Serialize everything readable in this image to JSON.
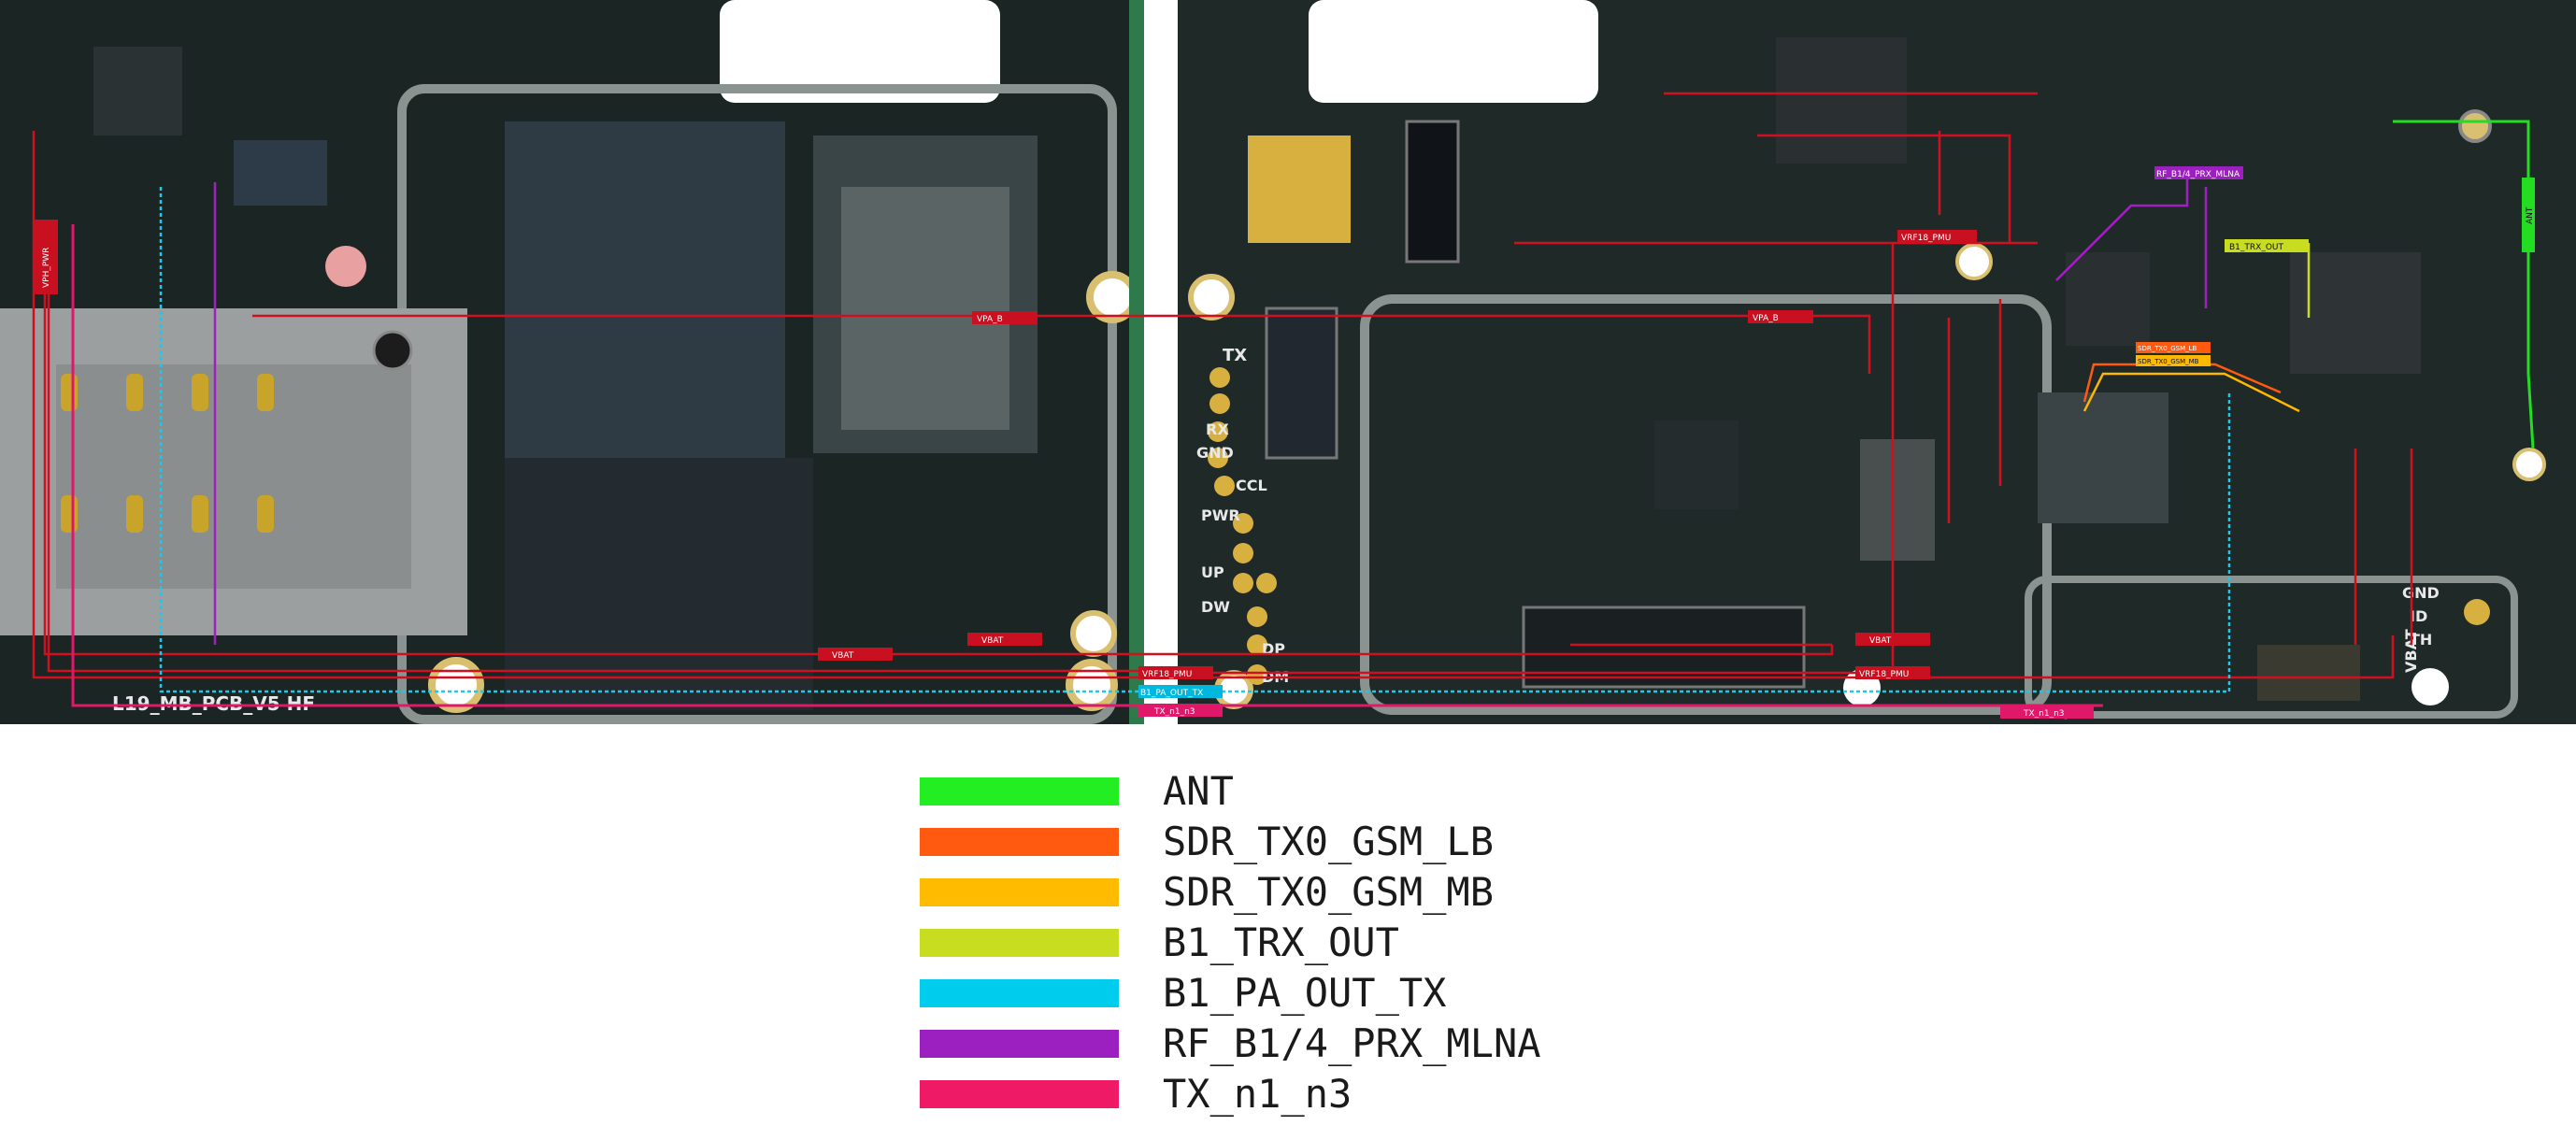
{
  "board": {
    "left_label": "L19_MB_PCB_V5 HF",
    "silk_left": [
      "TX",
      "RX",
      "GND",
      "CCL",
      "PWR",
      "UP",
      "DW",
      "DP",
      "DM"
    ],
    "silk_right": [
      "GND",
      "ID",
      "TH",
      "VBAT"
    ],
    "net_tags": {
      "vph_pwr": "VPH_PWR",
      "vbat": "VBAT",
      "vrf18_pmu": "VRF18_PMU",
      "vpa_b": "VPA_B",
      "b1_pa_out_tx": "B1_PA_OUT_TX",
      "tx_n1_n3": "TX_n1_n3",
      "b1_trx_out": "B1_TRX_OUT",
      "rf_b1_4_prx_mlna": "RF_B1/4_PRX_MLNA",
      "sdr_tx0_gsm_lb": "SDR_TX0_GSM_LB",
      "sdr_tx0_gsm_mb": "SDR_TX0_GSM_MB",
      "ant": "ANT"
    },
    "colors": {
      "pcb": "#1f2a28",
      "trace_red": "#d01020",
      "trace_pink": "#e0186a",
      "trace_cyan": "#1ec8e8",
      "trace_purple": "#a020c0",
      "trace_green": "#22dd22",
      "trace_orange": "#ff5a10",
      "trace_amber": "#ffb800",
      "trace_lime": "#c8dd20"
    }
  },
  "legend": [
    {
      "label": "ANT",
      "color": "#22ee22"
    },
    {
      "label": "SDR_TX0_GSM_LB",
      "color": "#ff5a10"
    },
    {
      "label": "SDR_TX0_GSM_MB",
      "color": "#ffbb00"
    },
    {
      "label": "B1_TRX_OUT",
      "color": "#c8dd20"
    },
    {
      "label": "B1_PA_OUT_TX",
      "color": "#00ccee"
    },
    {
      "label": "RF_B1/4_PRX_MLNA",
      "color": "#9c1fbf"
    },
    {
      "label": "TX_n1_n3",
      "color": "#ee1a66"
    }
  ]
}
